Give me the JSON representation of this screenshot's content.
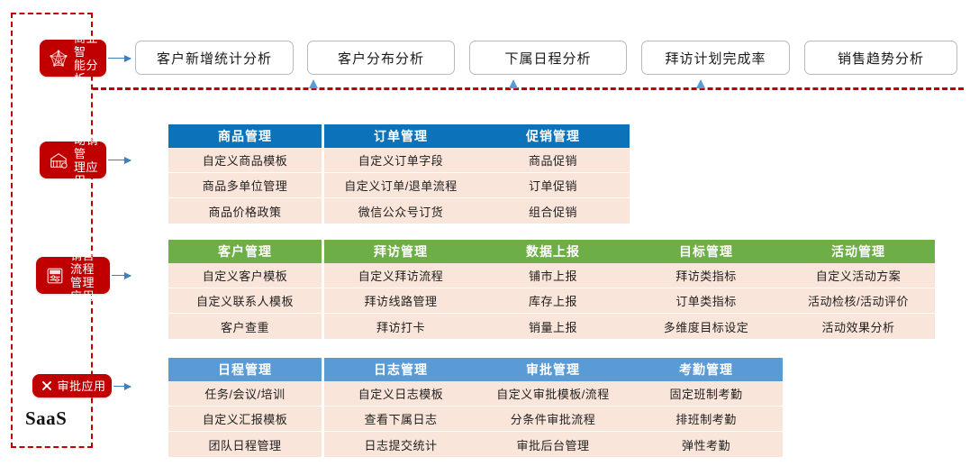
{
  "diagram": {
    "container_label": "SaaS",
    "colors": {
      "brand_red": "#c00000",
      "header_blue": "#0c72b9",
      "header_green": "#6dae47",
      "header_light_blue": "#5b9bd5",
      "item_bg": "#fae5da",
      "arrow_blue": "#3f7fbf"
    }
  },
  "badges": [
    {
      "id": "bi",
      "label": "商业智\n能分析",
      "icon": "network-graph-icon"
    },
    {
      "id": "trade",
      "label": "动销管\n理应用",
      "icon": "store-house-icon"
    },
    {
      "id": "sales",
      "label": "销售流程\n管理应用",
      "icon": "sale-tag-icon"
    },
    {
      "id": "approval",
      "label": "审批应用",
      "icon": "cross-mark-icon"
    }
  ],
  "analysis_row": {
    "items": [
      {
        "label": "客户新增统计分析"
      },
      {
        "label": "客户分布分析"
      },
      {
        "label": "下属日程分析"
      },
      {
        "label": "拜访计划完成率"
      },
      {
        "label": "销售趋势分析"
      }
    ]
  },
  "sections": [
    {
      "id": "trade-section",
      "head_style": "head-blue",
      "columns": [
        {
          "title": "商品管理",
          "items": [
            "自定义商品模板",
            "商品多单位管理",
            "商品价格政策"
          ]
        },
        {
          "title": "订单管理",
          "items": [
            "自定义订单字段",
            "自定义订单/退单流程",
            "微信公众号订货"
          ]
        },
        {
          "title": "促销管理",
          "items": [
            "商品促销",
            "订单促销",
            "组合促销"
          ]
        }
      ]
    },
    {
      "id": "sales-section",
      "head_style": "head-green",
      "columns": [
        {
          "title": "客户管理",
          "items": [
            "自定义客户模板",
            "自定义联系人模板",
            "客户查重"
          ]
        },
        {
          "title": "拜访管理",
          "items": [
            "自定义拜访流程",
            "拜访线路管理",
            "拜访打卡"
          ]
        },
        {
          "title": "数据上报",
          "items": [
            "铺市上报",
            "库存上报",
            "销量上报"
          ]
        },
        {
          "title": "目标管理",
          "items": [
            "拜访类指标",
            "订单类指标",
            "多维度目标设定"
          ]
        },
        {
          "title": "活动管理",
          "items": [
            "自定义活动方案",
            "活动检核/活动评价",
            "活动效果分析"
          ]
        }
      ]
    },
    {
      "id": "approval-section",
      "head_style": "head-lblue",
      "columns": [
        {
          "title": "日程管理",
          "items": [
            "任务/会议/培训",
            "自定义汇报模板",
            "团队日程管理"
          ]
        },
        {
          "title": "日志管理",
          "items": [
            "自定义日志模板",
            "查看下属日志",
            "日志提交统计"
          ]
        },
        {
          "title": "审批管理",
          "items": [
            "自定义审批模板/流程",
            "分条件审批流程",
            "审批后台管理"
          ]
        },
        {
          "title": "考勤管理",
          "items": [
            "固定班制考勤",
            "排班制考勤",
            "弹性考勤"
          ]
        }
      ]
    }
  ]
}
